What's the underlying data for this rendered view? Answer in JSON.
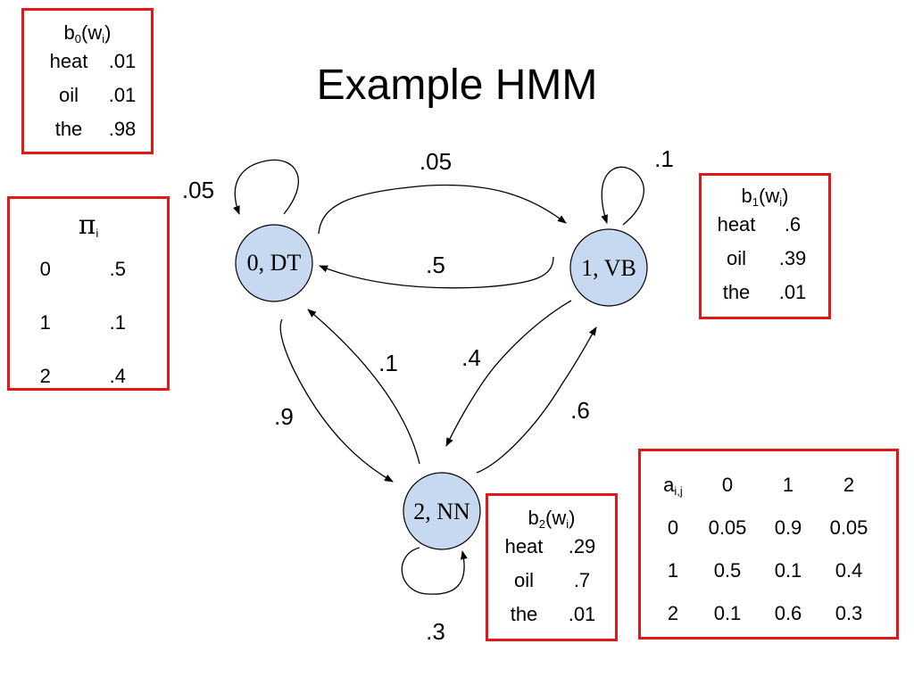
{
  "title": "Example HMM",
  "states": [
    {
      "id": 0,
      "label": "0, DT"
    },
    {
      "id": 1,
      "label": "1, VB"
    },
    {
      "id": 2,
      "label": "2, NN"
    }
  ],
  "edges": {
    "e00": ".05",
    "e01": ".05",
    "e10": ".5",
    "e11": ".1",
    "e02": ".9",
    "e20": ".1",
    "e12": ".4",
    "e21": ".6",
    "e22": ".3"
  },
  "emissions": [
    {
      "symbol": "b",
      "sub": "0",
      "arg": "w",
      "argsub": "i",
      "rows": [
        {
          "word": "heat",
          "p": ".01"
        },
        {
          "word": "oil",
          "p": ".01"
        },
        {
          "word": "the",
          "p": ".98"
        }
      ]
    },
    {
      "symbol": "b",
      "sub": "1",
      "arg": "w",
      "argsub": "i",
      "rows": [
        {
          "word": "heat",
          "p": ".6"
        },
        {
          "word": "oil",
          "p": ".39"
        },
        {
          "word": "the",
          "p": ".01"
        }
      ]
    },
    {
      "symbol": "b",
      "sub": "2",
      "arg": "w",
      "argsub": "i",
      "rows": [
        {
          "word": "heat",
          "p": ".29"
        },
        {
          "word": "oil",
          "p": ".7"
        },
        {
          "word": "the",
          "p": ".01"
        }
      ]
    }
  ],
  "initial": {
    "symbol": "π",
    "sub": "i",
    "rows": [
      {
        "state": "0",
        "p": ".5"
      },
      {
        "state": "1",
        "p": ".1"
      },
      {
        "state": "2",
        "p": ".4"
      }
    ]
  },
  "transition": {
    "symbol": "a",
    "sub": "i,j",
    "cols": [
      "0",
      "1",
      "2"
    ],
    "rows": [
      {
        "state": "0",
        "vals": [
          "0.05",
          "0.9",
          "0.05"
        ]
      },
      {
        "state": "1",
        "vals": [
          "0.5",
          "0.1",
          "0.4"
        ]
      },
      {
        "state": "2",
        "vals": [
          "0.1",
          "0.6",
          "0.3"
        ]
      }
    ]
  },
  "colors": {
    "frame": "#e01818",
    "node_fill": "#c6d9f0",
    "node_stroke": "#000000"
  }
}
